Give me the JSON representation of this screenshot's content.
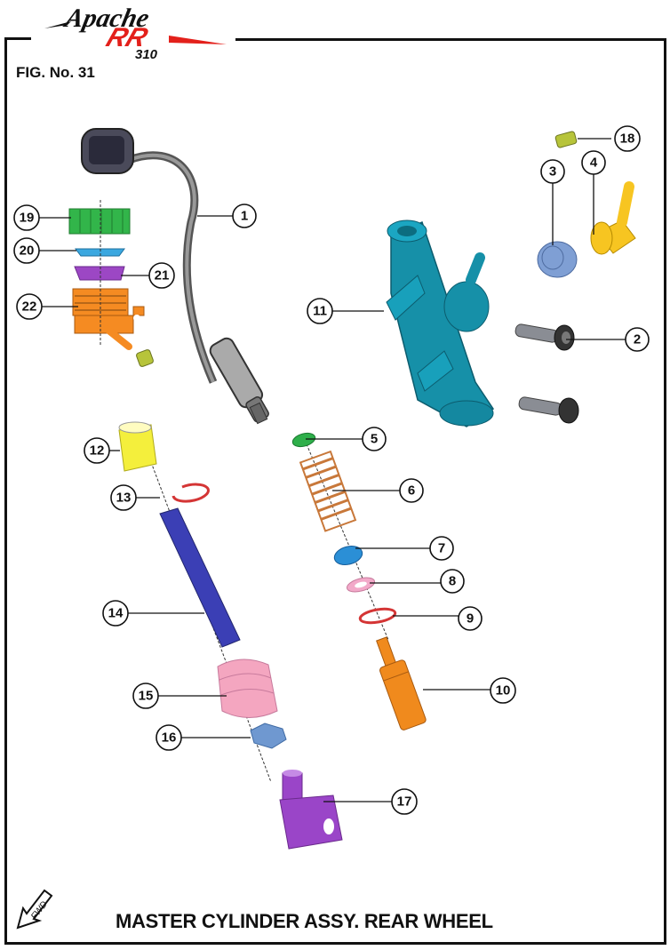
{
  "logo": {
    "brand": "Apache",
    "model": "RR",
    "variant": "310",
    "brand_color": "#111111",
    "accent": "#e3201b"
  },
  "figure": {
    "number_label": "FIG. No. 31"
  },
  "title": "MASTER CYLINDER ASSY. REAR WHEEL",
  "fwd_label": "FWD",
  "callouts": [
    {
      "id": "1",
      "label": "1"
    },
    {
      "id": "2",
      "label": "2"
    },
    {
      "id": "3",
      "label": "3"
    },
    {
      "id": "4",
      "label": "4"
    },
    {
      "id": "5",
      "label": "5"
    },
    {
      "id": "6",
      "label": "6"
    },
    {
      "id": "7",
      "label": "7"
    },
    {
      "id": "8",
      "label": "8"
    },
    {
      "id": "9",
      "label": "9"
    },
    {
      "id": "10",
      "label": "10"
    },
    {
      "id": "11",
      "label": "11"
    },
    {
      "id": "12",
      "label": "12"
    },
    {
      "id": "13",
      "label": "13"
    },
    {
      "id": "14",
      "label": "14"
    },
    {
      "id": "15",
      "label": "15"
    },
    {
      "id": "16",
      "label": "16"
    },
    {
      "id": "17",
      "label": "17"
    },
    {
      "id": "18",
      "label": "18"
    },
    {
      "id": "19",
      "label": "19"
    },
    {
      "id": "20",
      "label": "20"
    },
    {
      "id": "21",
      "label": "21"
    },
    {
      "id": "22",
      "label": "22"
    }
  ],
  "part_colors": {
    "hose": "#6d6d70",
    "body": "#1690a8",
    "bolt": "#7c7f86",
    "grommet": "#7f9fd4",
    "elbow": "#f7c521",
    "clip": "#b7c43a",
    "seal_green": "#2eaf4a",
    "spring": "#c8783a",
    "cup_blue": "#2b8fd6",
    "washer_pink": "#f2a9c9",
    "oring_red": "#d43535",
    "piston": "#f08a1d",
    "sleeve_yellow": "#f4ef3c",
    "pushrod": "#3b3fb5",
    "boot": "#f4a6c0",
    "nut": "#6f98d0",
    "clevis": "#9a45c8",
    "cap_green": "#32b54a",
    "diaphragm_blue": "#3ba8e0",
    "plate_purple": "#9c47c4",
    "reservoir": "#f58b22"
  }
}
